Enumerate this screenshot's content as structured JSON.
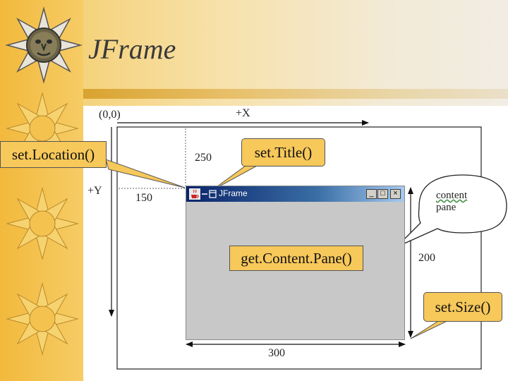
{
  "slide": {
    "title": "JFrame"
  },
  "diagram": {
    "origin_label": "(0,0)",
    "x_axis_label": "+X",
    "y_axis_label": "+Y",
    "location_x_value": "250",
    "location_y_value": "150",
    "height_value": "200",
    "width_value": "300",
    "callouts": {
      "set_location": "set.Location()",
      "set_title": "set.Title()",
      "get_content_pane": "get.Content.Pane()",
      "set_size": "set.Size()"
    },
    "bubble": {
      "line1": "content",
      "line2": "pane"
    },
    "window": {
      "title": "JFrame",
      "minimize": "_",
      "maximize": "□",
      "close": "×"
    }
  },
  "colors": {
    "callout_fill": "#f7c85a",
    "titlebar_start": "#0a246a",
    "titlebar_end": "#a6caf0",
    "content_pane": "#c8c8c8"
  }
}
